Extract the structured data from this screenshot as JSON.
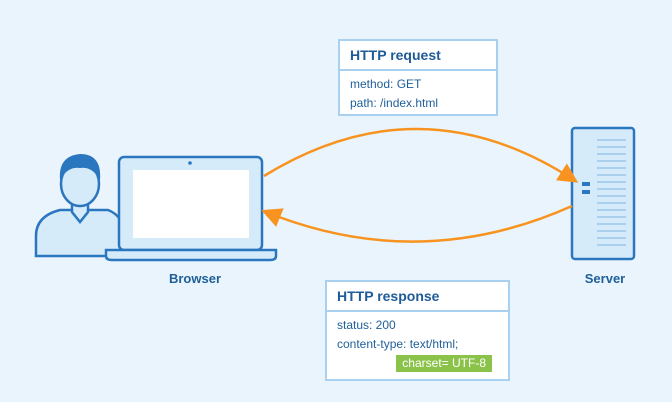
{
  "request": {
    "title": "HTTP request",
    "lines": [
      "method: GET",
      "path: /index.html"
    ]
  },
  "response": {
    "title": "HTTP response",
    "lines": [
      "status: 200",
      "content-type: text/html;"
    ],
    "charset": "charset= UTF-8"
  },
  "labels": {
    "browser": "Browser",
    "server": "Server"
  },
  "colors": {
    "background": "#eaf4fc",
    "outline": "#2a76bf",
    "fill_light": "#d6ebfa",
    "arrow": "#f7931e",
    "badge": "#8bc34a"
  },
  "icons": [
    "user-icon",
    "laptop-icon",
    "server-icon"
  ]
}
